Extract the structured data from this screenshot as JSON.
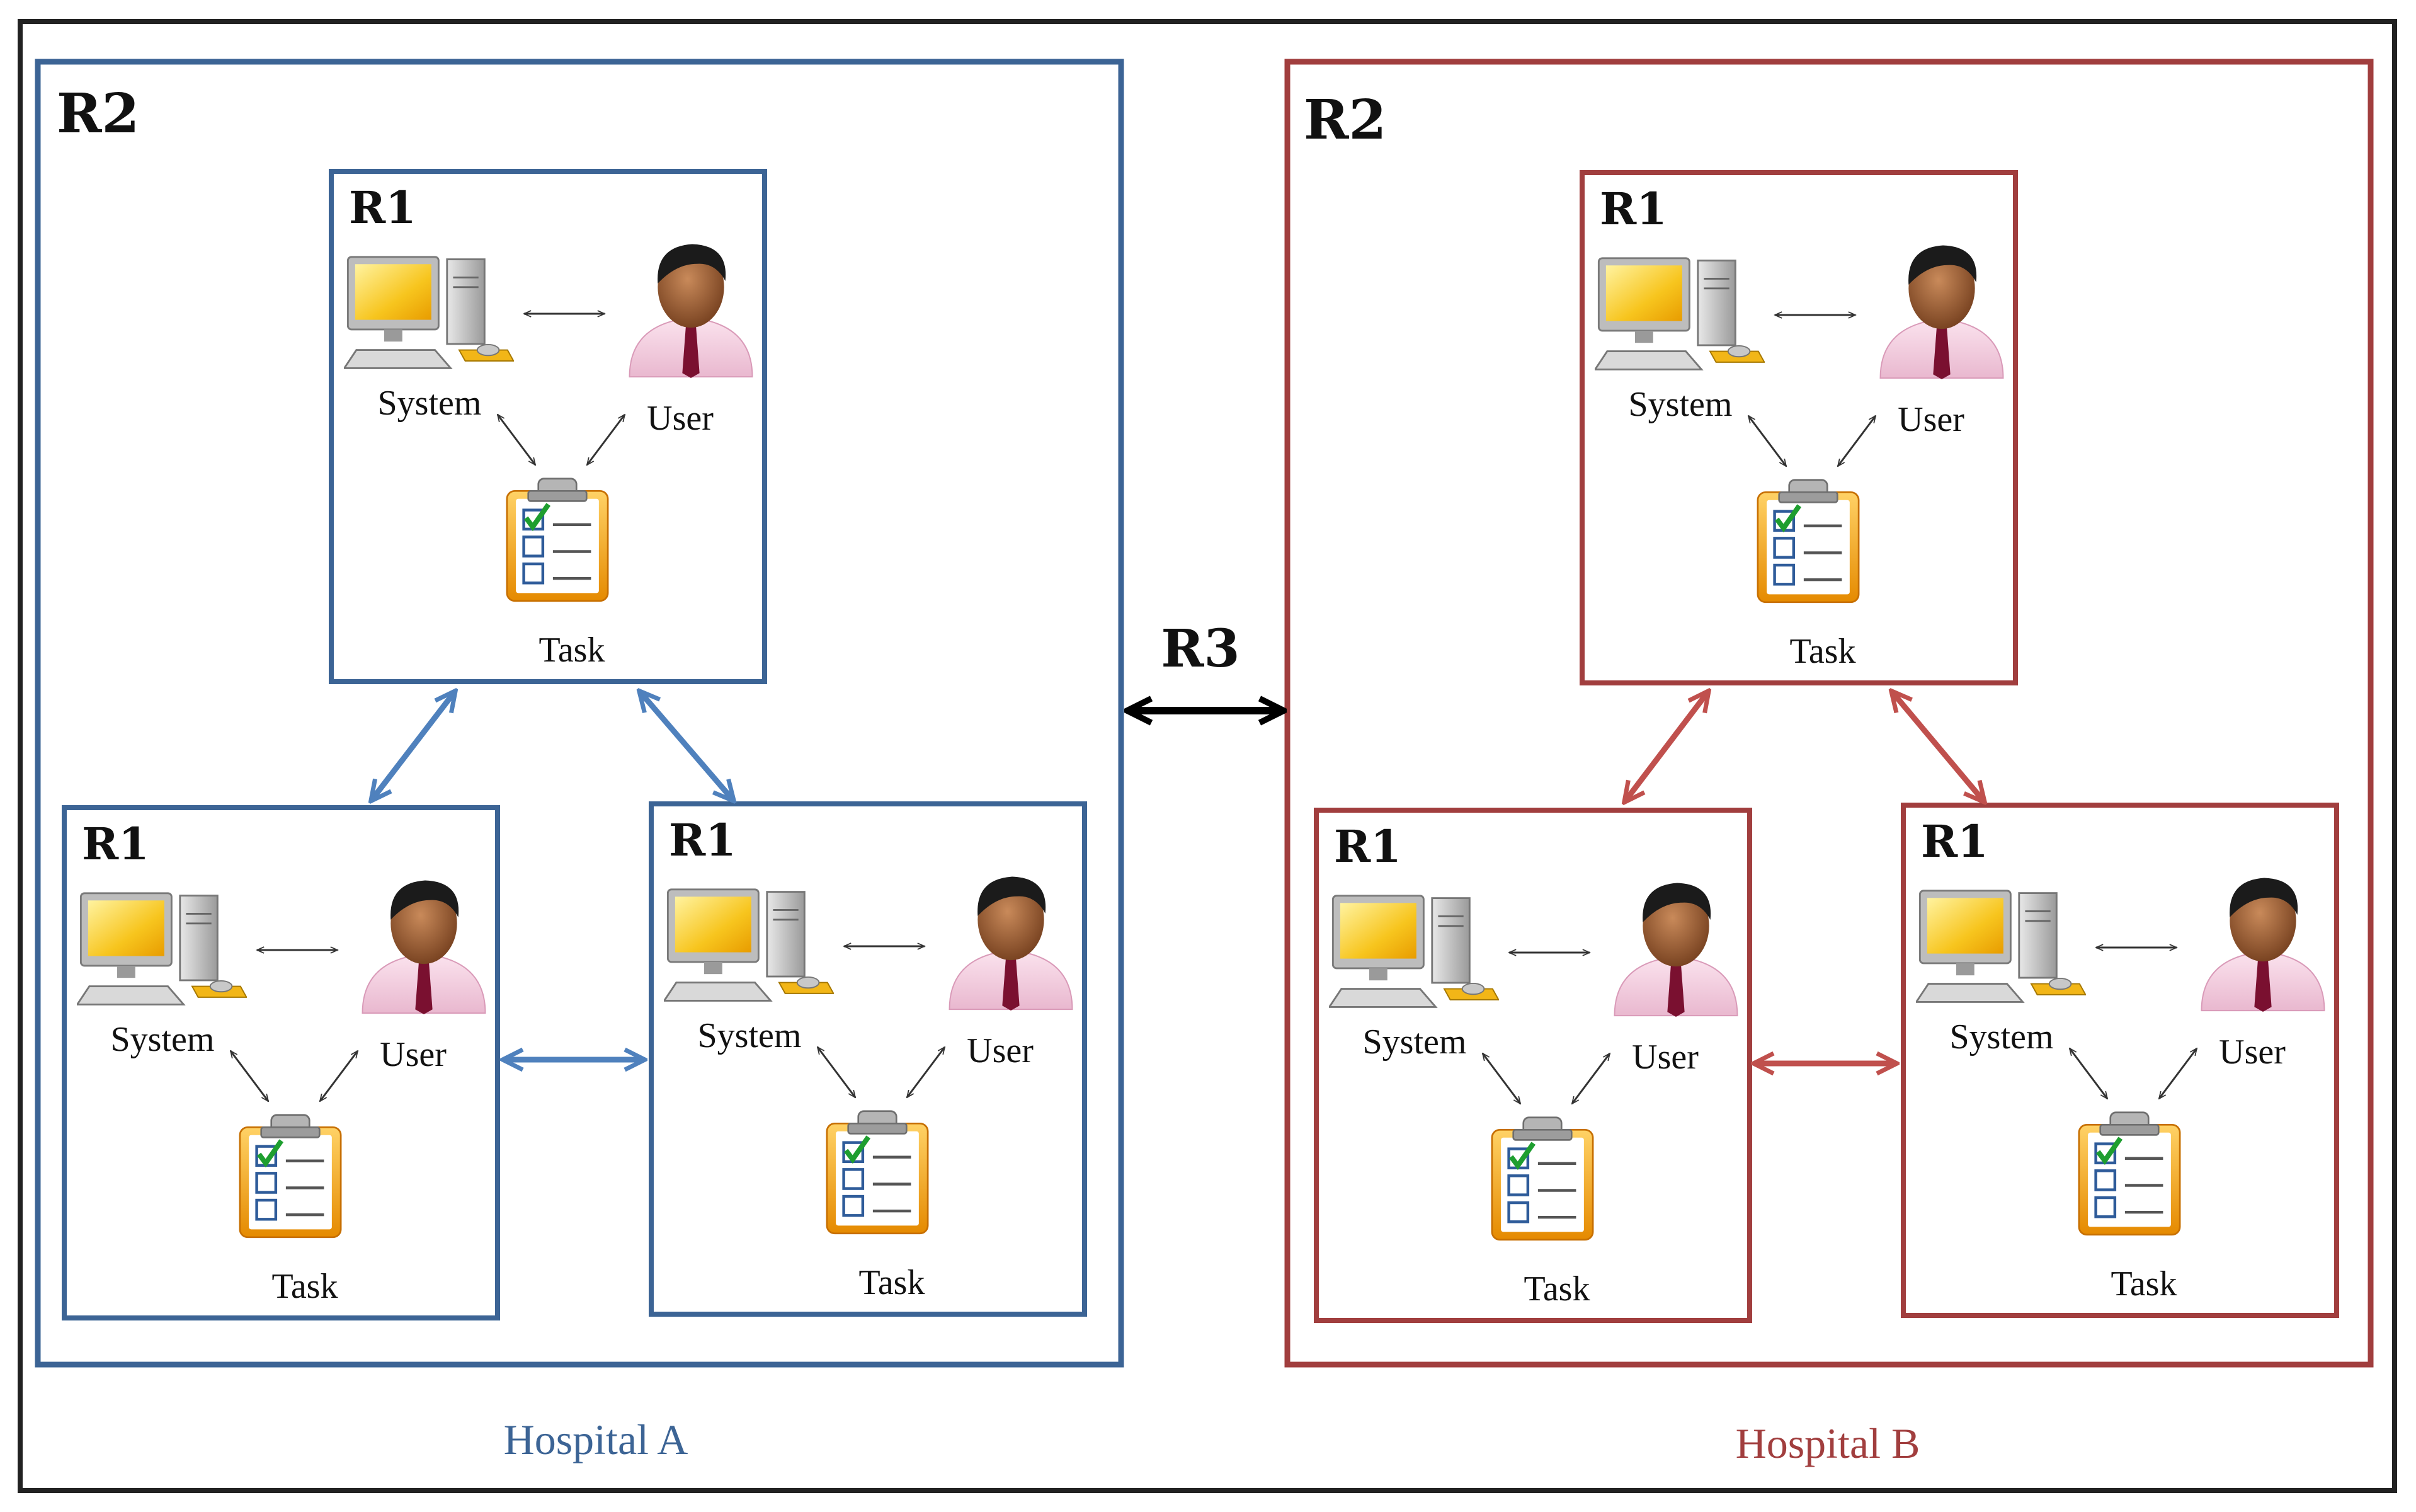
{
  "colors": {
    "frame": "#222222",
    "hospital_a": "#3C6495",
    "hospital_b": "#A13E3E",
    "arrow_a": "#4F81BD",
    "arrow_b": "#C0504D",
    "r3_arrow": "#000000"
  },
  "labels": {
    "r1": "R1",
    "r2": "R2",
    "r3": "R3",
    "system": "System",
    "user": "User",
    "task": "Task"
  },
  "hospitals": [
    {
      "name": "Hospital A",
      "color": "#3C6495"
    },
    {
      "name": "Hospital B",
      "color": "#A13E3E"
    }
  ],
  "icons": [
    "computer-icon",
    "user-icon",
    "clipboard-icon"
  ]
}
